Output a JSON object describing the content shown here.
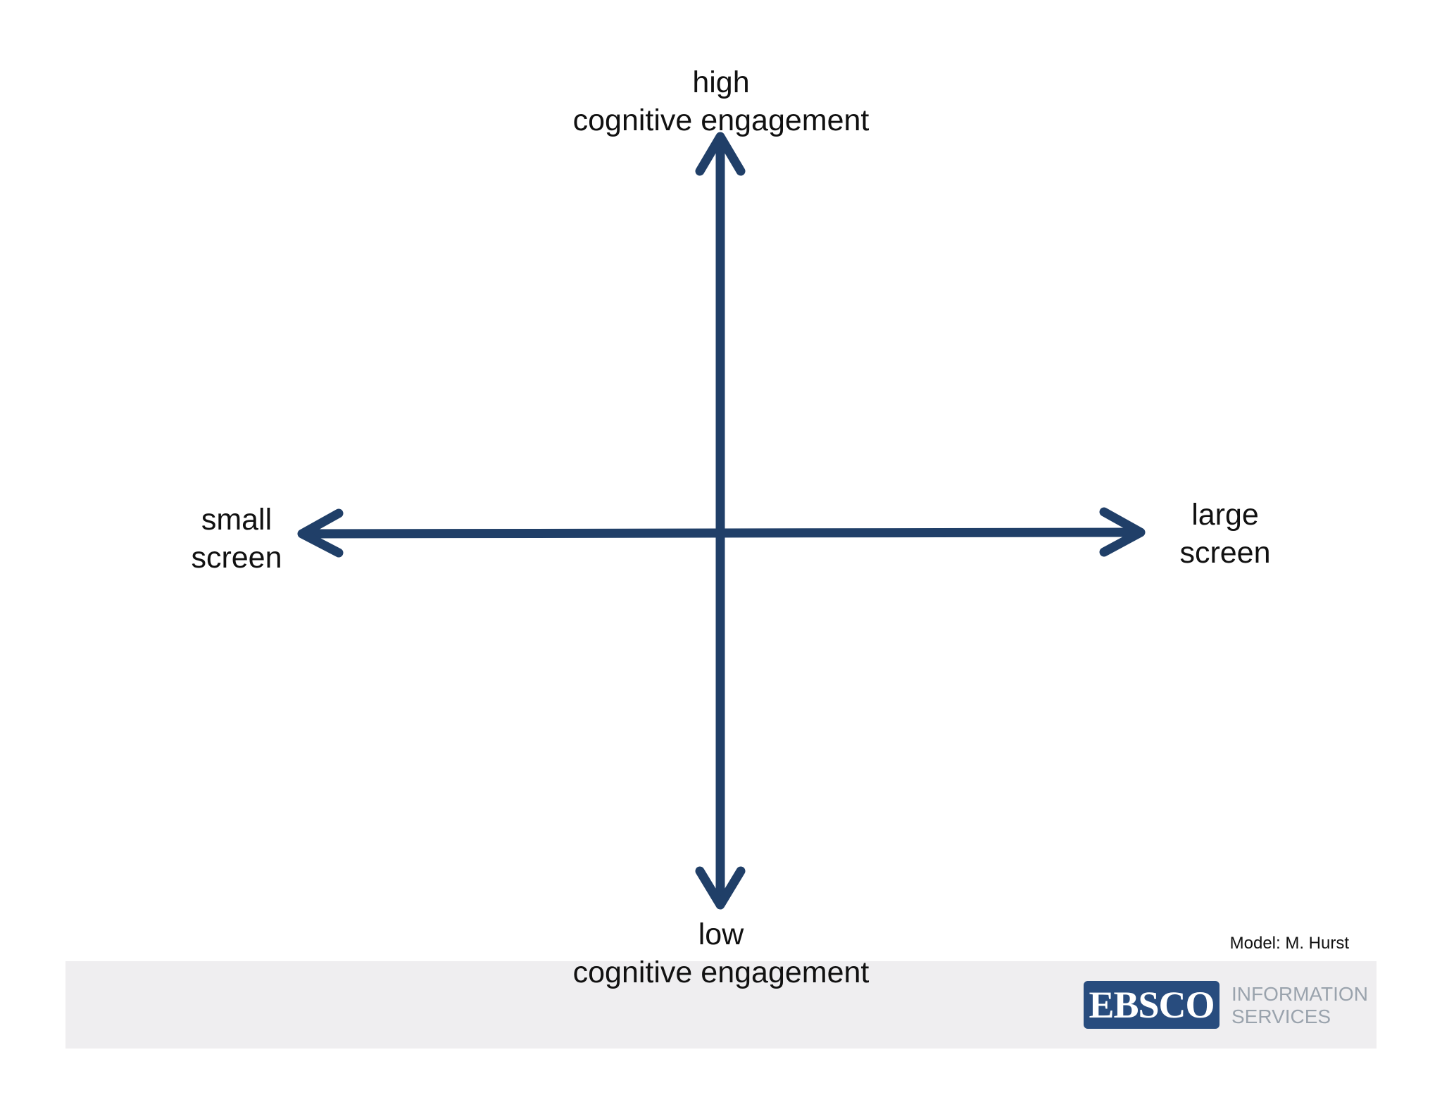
{
  "diagram": {
    "top_label": {
      "line1": "high",
      "line2": "cognitive engagement"
    },
    "bottom_label": {
      "line1": "low",
      "line2": "cognitive engagement"
    },
    "left_label": {
      "line1": "small",
      "line2": "screen"
    },
    "right_label": {
      "line1": "large",
      "line2": "screen"
    },
    "arrow_color": "#203f68"
  },
  "credit": "Model: M. Hurst",
  "logo": {
    "brand": "EBSCO",
    "line1": "INFORMATION",
    "line2": "SERVICES",
    "brand_color": "#284c7e"
  }
}
